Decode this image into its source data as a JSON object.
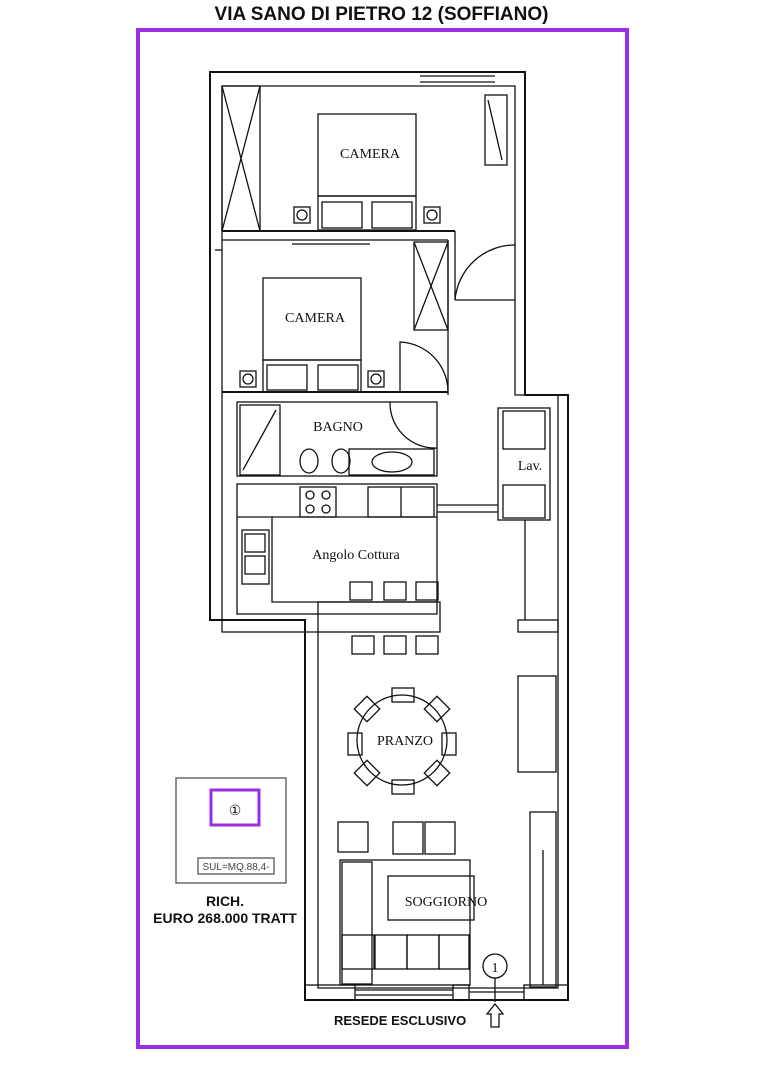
{
  "title": "VIA SANO DI PIETRO 12 (SOFFIANO)",
  "rooms": {
    "camera1": "CAMERA",
    "camera2": "CAMERA",
    "bagno": "BAGNO",
    "lavanderia": "Lav.",
    "cucina": "Angolo Cottura",
    "pranzo": "PRANZO",
    "soggiorno": "SOGGIORNO"
  },
  "legend": {
    "unit_number": "①",
    "surface": "SUL=MQ.88,4-"
  },
  "price": {
    "line1": "RICH.",
    "line2": "EURO 268.000 TRATT"
  },
  "entrance": {
    "marker": "1",
    "label": "RESEDE ESCLUSIVO"
  },
  "colors": {
    "frame": "#9a2ee0"
  }
}
